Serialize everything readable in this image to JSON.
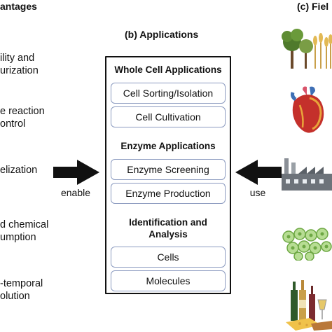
{
  "panels": {
    "advantages_header": "antages",
    "applications_header": "(b) Applications",
    "fields_header": "(c) Fiel"
  },
  "advantages": [
    {
      "line1": "ility and",
      "line2": "urization"
    },
    {
      "line1": "e reaction",
      "line2": "ontrol"
    },
    {
      "line1": "elization",
      "line2": ""
    },
    {
      "line1": "d chemical",
      "line2": "umption"
    },
    {
      "line1": "-temporal",
      "line2": "olution"
    }
  ],
  "applications": {
    "whole_cell_title": "Whole Cell Applications",
    "cell_sorting": "Cell Sorting/Isolation",
    "cell_cultivation": "Cell Cultivation",
    "enzyme_title": "Enzyme Applications",
    "enzyme_screening": "Enzyme Screening",
    "enzyme_production": "Enzyme Production",
    "identification_title_line1": "Identification and",
    "identification_title_line2": "Analysis",
    "cells": "Cells",
    "molecules": "Molecules"
  },
  "arrows": {
    "left_label": "enable",
    "right_label": "use"
  },
  "field_icons": [
    "agriculture-icon",
    "heart-icon",
    "factory-icon",
    "algae-cells-icon",
    "food-drinks-icon"
  ],
  "colors": {
    "pill_border": "#8c9bc0",
    "arrow": "#111111"
  }
}
